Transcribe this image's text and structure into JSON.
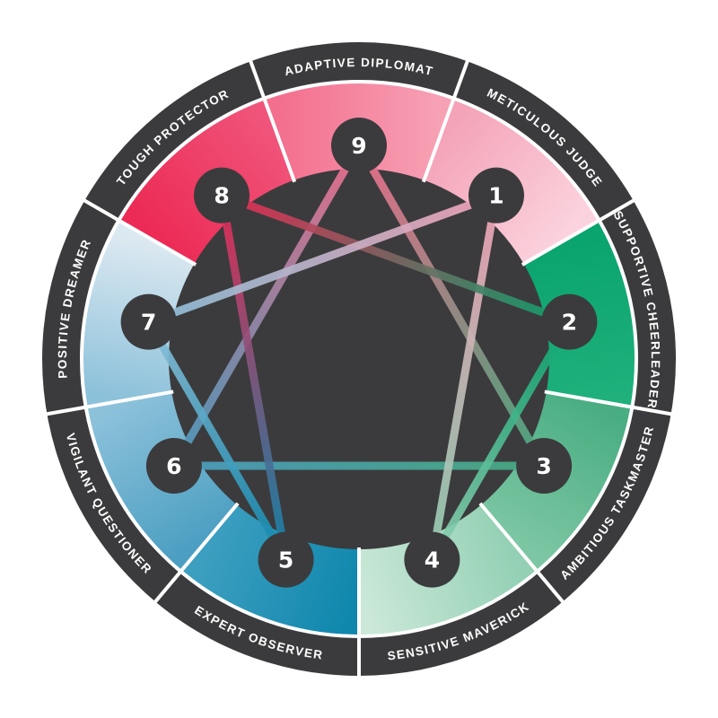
{
  "colors": {
    "outer_ring": "#3b3b3d",
    "node_fill": "#3b3b3d",
    "divider": "#ffffff"
  },
  "types": [
    {
      "number": "1",
      "label": "METICULOUS JUDGE",
      "color_start": "#f4a3b8",
      "color_end": "#fbd3de"
    },
    {
      "number": "2",
      "label": "SUPPORTIVE CHEERLEADER",
      "color_start": "#0aa46e",
      "color_end": "#1fb07c"
    },
    {
      "number": "3",
      "label": "AMBITIOUS TASKMASTER",
      "color_start": "#49ad82",
      "color_end": "#7cc6a3"
    },
    {
      "number": "4",
      "label": "SENSITIVE MAVERICK",
      "color_start": "#93d0b4",
      "color_end": "#cbe8d8"
    },
    {
      "number": "5",
      "label": "EXPERT OBSERVER",
      "color_start": "#0f87ad",
      "color_end": "#3d9fc0"
    },
    {
      "number": "6",
      "label": "VIGILANT QUESTIONER",
      "color_start": "#4c9fc2",
      "color_end": "#8cc1da"
    },
    {
      "number": "7",
      "label": "POSITIVE DREAMER",
      "color_start": "#8cc1da",
      "color_end": "#dce9f1"
    },
    {
      "number": "8",
      "label": "TOUGH PROTECTOR",
      "color_start": "#ec2a55",
      "color_end": "#f0547a"
    },
    {
      "number": "9",
      "label": "ADAPTIVE DIPLOMAT",
      "color_start": "#f36f8e",
      "color_end": "#f7a1b5"
    }
  ],
  "connections": [
    [
      "9",
      "3"
    ],
    [
      "3",
      "6"
    ],
    [
      "6",
      "9"
    ],
    [
      "1",
      "4"
    ],
    [
      "4",
      "2"
    ],
    [
      "2",
      "8"
    ],
    [
      "8",
      "5"
    ],
    [
      "5",
      "7"
    ],
    [
      "7",
      "1"
    ]
  ]
}
